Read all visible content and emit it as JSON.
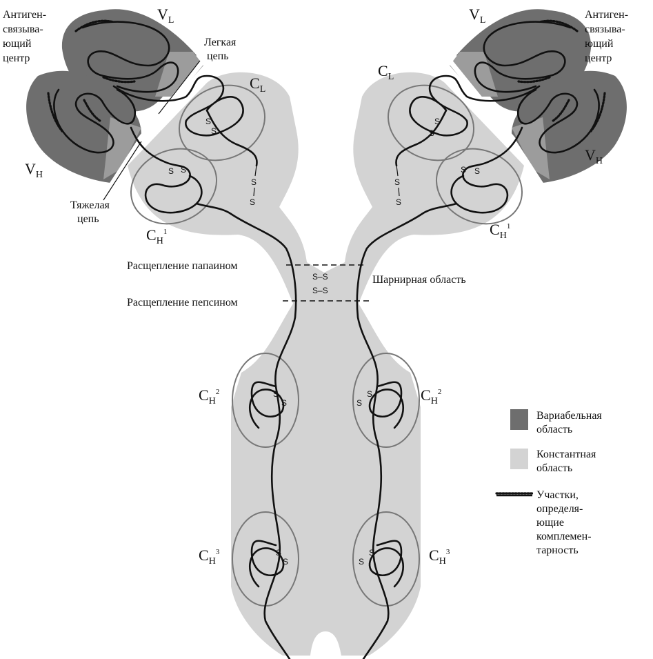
{
  "colors": {
    "variable_region": "#6e6e6e",
    "constant_region": "#d3d3d3",
    "background": "#ffffff",
    "chain": "#111111"
  },
  "labels": {
    "antigen_site_left": [
      "Антиген-",
      "связыва-",
      "ющий",
      "центр"
    ],
    "antigen_site_right": [
      "Антиген-",
      "связыва-",
      "ющий",
      "центр"
    ],
    "light_chain": [
      "Легкая",
      "цепь"
    ],
    "heavy_chain": [
      "Тяжелая",
      "цепь"
    ],
    "papain_cleavage": "Расщепление папаином",
    "pepsin_cleavage": "Расщепление пепсином",
    "hinge_region": "Шарнирная область"
  },
  "domains": {
    "vl": {
      "main": "V",
      "sub": "L"
    },
    "vh": {
      "main": "V",
      "sub": "H"
    },
    "cl": {
      "main": "C",
      "sub": "L"
    },
    "ch1": {
      "main": "C",
      "sub": "H",
      "sup": "1"
    },
    "ch2": {
      "main": "C",
      "sub": "H",
      "sup": "2"
    },
    "ch3": {
      "main": "C",
      "sub": "H",
      "sup": "3"
    }
  },
  "disulfide": {
    "s": "S",
    "bond": "S–S"
  },
  "legend": {
    "variable": [
      "Вариабельная",
      "область"
    ],
    "constant": [
      "Константная",
      "область"
    ],
    "cdr": [
      "Участки,",
      "определя-",
      "ющие",
      "комплемен-",
      "тарность"
    ]
  }
}
